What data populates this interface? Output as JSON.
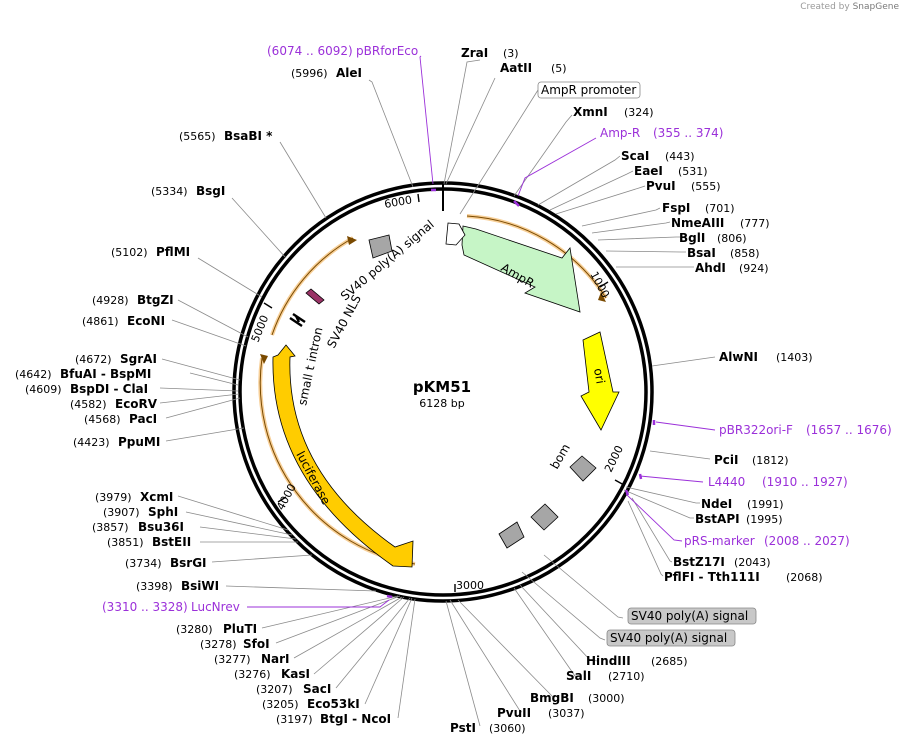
{
  "credit": {
    "prefix": "Created by",
    "brand": "SnapGene"
  },
  "plasmid": {
    "name": "pKM51",
    "length": "6128 bp"
  },
  "ticks": [
    "1000",
    "2000",
    "3000",
    "4000",
    "5000",
    "6000"
  ],
  "enzymes": [
    {
      "name": "ZraI",
      "pos": "(3)"
    },
    {
      "name": "AatII",
      "pos": "(5)"
    },
    {
      "name": "XmnI",
      "pos": "(324)"
    },
    {
      "name": "ScaI",
      "pos": "(443)"
    },
    {
      "name": "EaeI",
      "pos": "(531)"
    },
    {
      "name": "PvuI",
      "pos": "(555)"
    },
    {
      "name": "FspI",
      "pos": "(701)"
    },
    {
      "name": "NmeAIII",
      "pos": "(777)"
    },
    {
      "name": "BglI",
      "pos": "(806)"
    },
    {
      "name": "BsaI",
      "pos": "(858)"
    },
    {
      "name": "AhdI",
      "pos": "(924)"
    },
    {
      "name": "AlwNI",
      "pos": "(1403)"
    },
    {
      "name": "PciI",
      "pos": "(1812)"
    },
    {
      "name": "NdeI",
      "pos": "(1991)"
    },
    {
      "name": "BstAPI",
      "pos": "(1995)"
    },
    {
      "name": "BstZ17I",
      "pos": "(2043)"
    },
    {
      "name": "PflFI - Tth111I",
      "pos": "(2068)"
    },
    {
      "name": "HindIII",
      "pos": "(2685)"
    },
    {
      "name": "SalI",
      "pos": "(2710)"
    },
    {
      "name": "BmgBI",
      "pos": "(3000)"
    },
    {
      "name": "PvuII",
      "pos": "(3037)"
    },
    {
      "name": "PstI",
      "pos": "(3060)"
    },
    {
      "name": "BtgI - NcoI",
      "pos": "(3197)"
    },
    {
      "name": "Eco53kI",
      "pos": "(3205)"
    },
    {
      "name": "SacI",
      "pos": "(3207)"
    },
    {
      "name": "KasI",
      "pos": "(3276)"
    },
    {
      "name": "NarI",
      "pos": "(3277)"
    },
    {
      "name": "SfoI",
      "pos": "(3278)"
    },
    {
      "name": "PluTI",
      "pos": "(3280)"
    },
    {
      "name": "BsiWI",
      "pos": "(3398)"
    },
    {
      "name": "BsrGI",
      "pos": "(3734)"
    },
    {
      "name": "BstEII",
      "pos": "(3851)"
    },
    {
      "name": "Bsu36I",
      "pos": "(3857)"
    },
    {
      "name": "SphI",
      "pos": "(3907)"
    },
    {
      "name": "XcmI",
      "pos": "(3979)"
    },
    {
      "name": "PpuMI",
      "pos": "(4423)"
    },
    {
      "name": "PacI",
      "pos": "(4568)"
    },
    {
      "name": "EcoRV",
      "pos": "(4582)"
    },
    {
      "name": "BspDI - ClaI",
      "pos": "(4609)"
    },
    {
      "name": "BfuAI - BspMI",
      "pos": "(4642)"
    },
    {
      "name": "SgrAI",
      "pos": "(4672)"
    },
    {
      "name": "EcoNI",
      "pos": "(4861)"
    },
    {
      "name": "BtgZI",
      "pos": "(4928)"
    },
    {
      "name": "PflMI",
      "pos": "(5102)"
    },
    {
      "name": "BsgI",
      "pos": "(5334)"
    },
    {
      "name": "BsaBI *",
      "pos": "(5565)"
    },
    {
      "name": "AleI",
      "pos": "(5996)"
    }
  ],
  "primers": [
    {
      "name": "pBRforEco",
      "range": "(6074 .. 6092)"
    },
    {
      "name": "Amp-R",
      "range": "(355 .. 374)"
    },
    {
      "name": "pBR322ori-F",
      "range": "(1657 .. 1676)"
    },
    {
      "name": "L4440",
      "range": "(1910 .. 1927)"
    },
    {
      "name": "pRS-marker",
      "range": "(2008 .. 2027)"
    },
    {
      "name": "LucNrev",
      "range": "(3310 .. 3328)"
    }
  ],
  "boxed_labels": [
    {
      "text": "AmpR promoter",
      "fill": "#ffffff"
    },
    {
      "text": "SV40 poly(A) signal",
      "fill": "#c8c8c8"
    },
    {
      "text": "SV40 poly(A) signal",
      "fill": "#c8c8c8"
    }
  ],
  "features": [
    {
      "text": "AmpR",
      "color": "#c6f5c6"
    },
    {
      "text": "ori",
      "color": "#ffff00"
    },
    {
      "text": "bom",
      "color": "#a6a6a6"
    },
    {
      "text": "luciferase",
      "color": "#ffcc00"
    },
    {
      "text": "small t intron",
      "color": "#333333"
    },
    {
      "text": "SV40 NLS",
      "color": "#993366"
    },
    {
      "text": "SV40 poly(A) signal",
      "color": "#a6a6a6"
    }
  ],
  "colors": {
    "primer": "#9b30d9",
    "backbone": "#000000",
    "orf": "#f0a030"
  }
}
